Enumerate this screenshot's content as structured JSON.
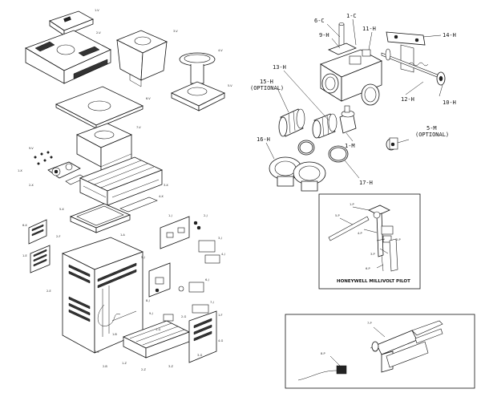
{
  "left_assembly": {
    "labels": [
      "1-V",
      "2-V",
      "3-V",
      "4-V",
      "5-V",
      "6-V",
      "7-V",
      "8-V",
      "9-V",
      "1-X",
      "2-X",
      "3-X",
      "4-X",
      "5-X",
      "6-X",
      "1-E",
      "2-E",
      "3-E",
      "1-J",
      "2-J",
      "3-J",
      "4-J",
      "5-J",
      "6-J",
      "7-J",
      "8-J",
      "9-J",
      "1-Z",
      "2-Z",
      "3-Z",
      "1-F",
      "2-F",
      "1-G",
      "2-G",
      "3-G",
      "4-G",
      "1-B",
      "2-B",
      "1-A"
    ]
  },
  "valve_assembly": {
    "labels": {
      "c6": "6-C",
      "c1": "1-C",
      "h9": "9-H",
      "h11": "11-H",
      "h14": "14-H",
      "h13": "13-H",
      "h15": "15-H",
      "h15_opt": "(OPTIONAL)",
      "h12": "12-H",
      "h10": "10-H",
      "h16": "16-H",
      "m1": "1-M",
      "m5": "5-M",
      "m5_opt": "(OPTIONAL)",
      "h17": "17-H"
    }
  },
  "pilot_inset": {
    "caption": "HONEYWELL MILLIVOLT PILOT",
    "labels": {
      "p1": "1-P",
      "p5": "5-P",
      "p4": "4-P",
      "p2": "2-P",
      "p3": "3-P",
      "p6": "6-P"
    }
  },
  "igniter_inset": {
    "labels": {
      "p7": "7-P",
      "p8": "8-P"
    }
  }
}
